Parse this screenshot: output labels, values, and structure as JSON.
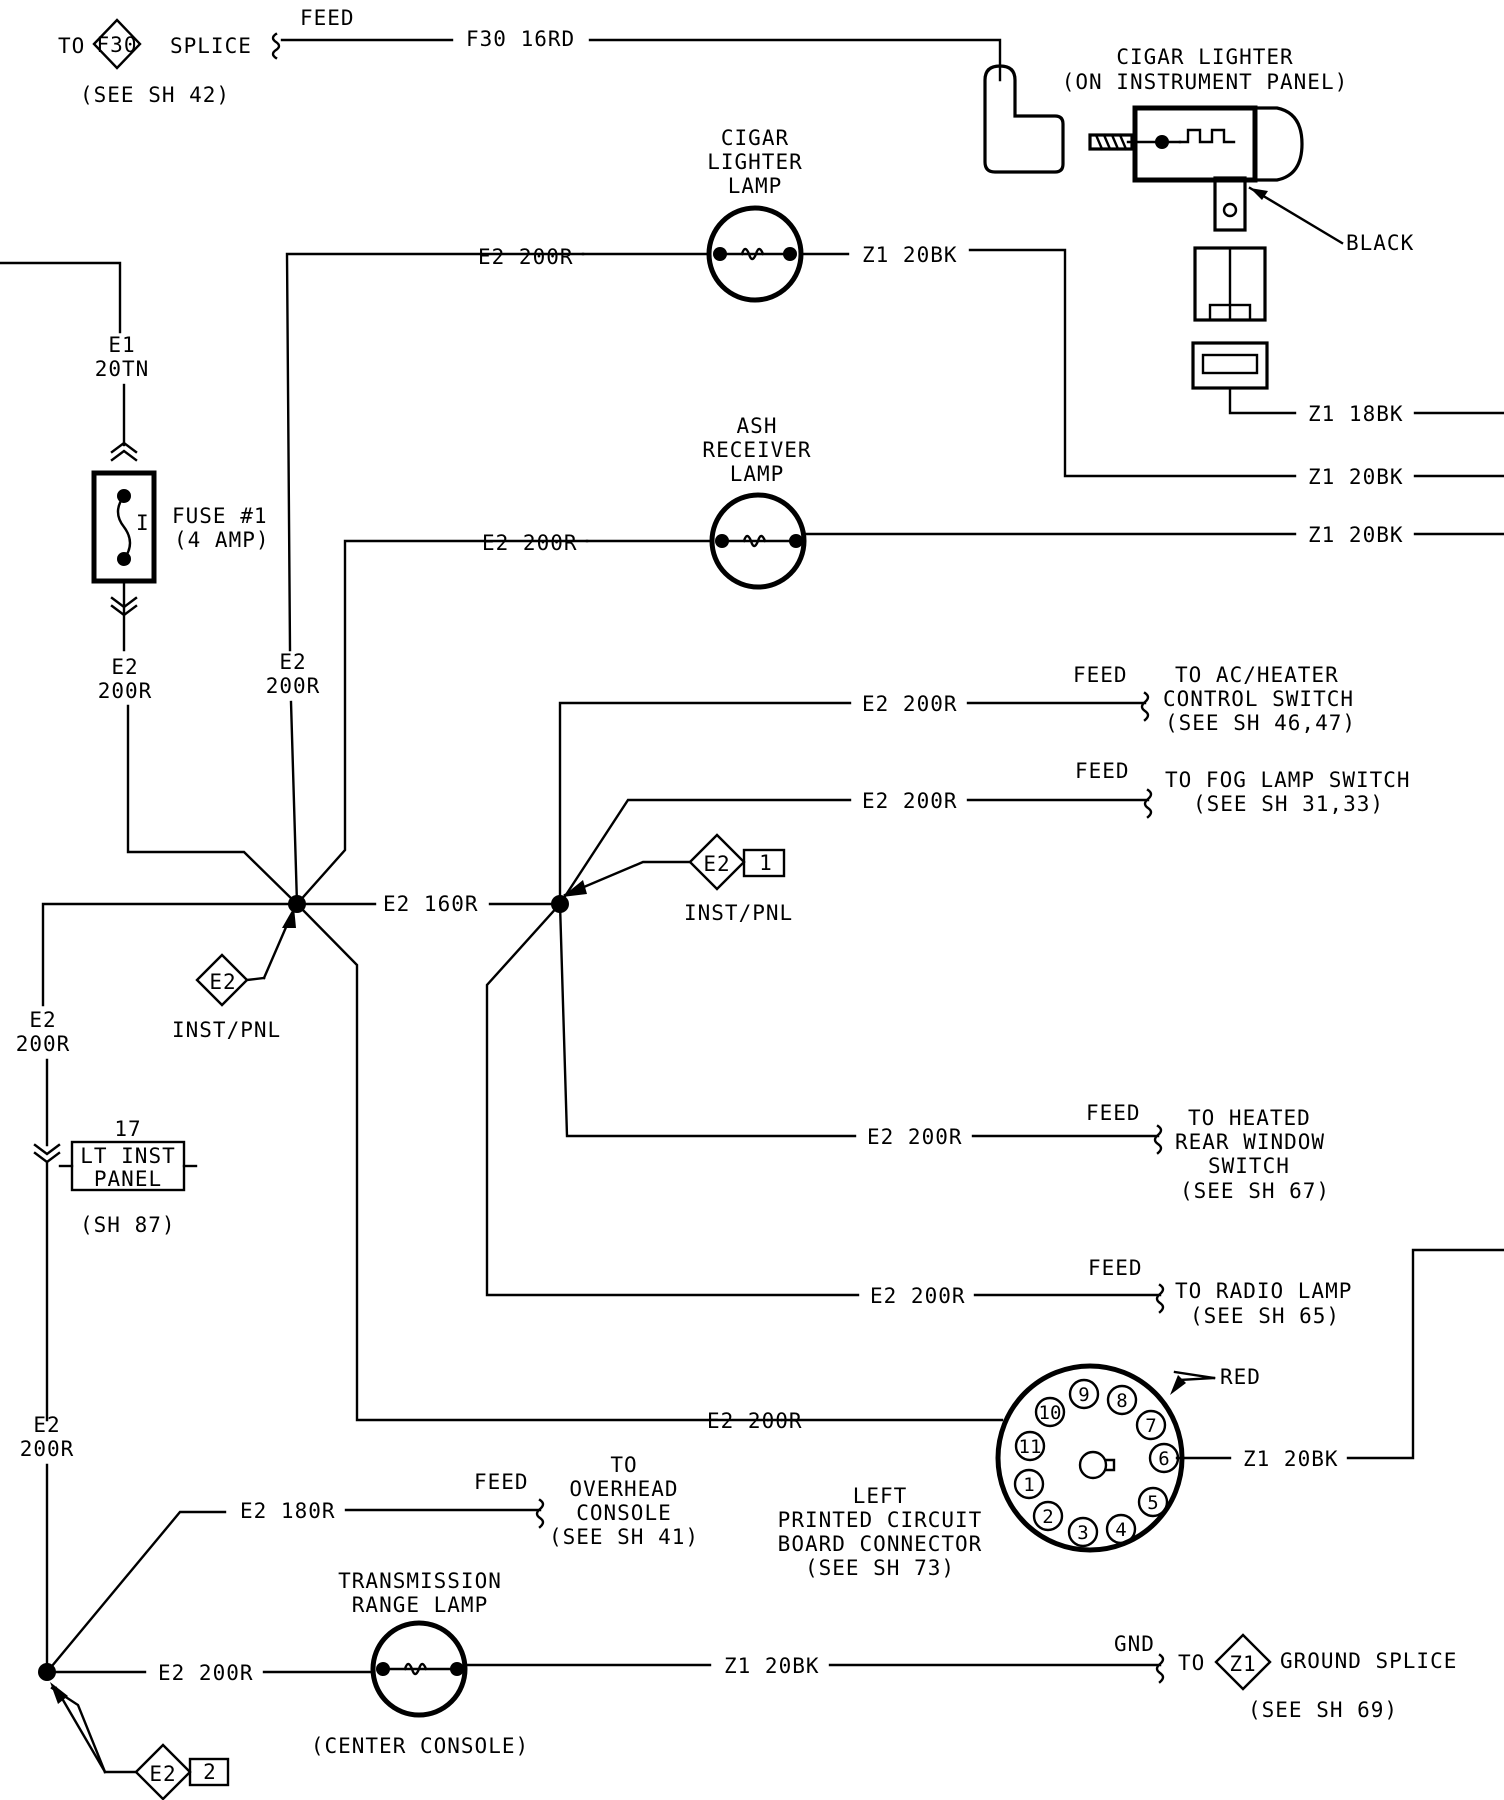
{
  "diagram": {
    "top": {
      "to": "TO",
      "f30_id": "F30",
      "splice": "SPLICE",
      "see_sh42": "(SEE SH 42)",
      "feed": "FEED",
      "wire_f30": "F30 16RD"
    },
    "cigar_lighter": {
      "title_1": "CIGAR LIGHTER",
      "title_2": "(ON INSTRUMENT PANEL)",
      "black": "BLACK",
      "wire_z1_18bk": "Z1 18BK"
    },
    "cigar_lighter_lamp": {
      "title_1": "CIGAR",
      "title_2": "LIGHTER",
      "title_3": "LAMP",
      "wire_in": "E2 200R",
      "wire_out": "Z1 20BK"
    },
    "ash_receiver_lamp": {
      "title_1": "ASH",
      "title_2": "RECEIVER",
      "title_3": "LAMP",
      "wire_in": "E2 200R",
      "wire_out": "Z1 20BK"
    },
    "right_wires": {
      "z1_20bk_a": "Z1 20BK",
      "z1_20bk_b": "Z1 20BK"
    },
    "fuse": {
      "e1": "E1",
      "e1_wire": "20TN",
      "label_1": "FUSE #1",
      "label_2": "(4 AMP)",
      "out_1": "E2",
      "out_2": "200R",
      "symbol": "I"
    },
    "splice_left": {
      "wire_up_1": "E2",
      "wire_up_2": "200R",
      "connector": "E2",
      "connector_label": "INST/PNL",
      "wire_right": "E2 160R"
    },
    "splice_right": {
      "connector": "E2",
      "pin": "1",
      "connector_label": "INST/PNL"
    },
    "feeds": {
      "ac": {
        "wire": "E2 200R",
        "feed": "FEED",
        "to_1": "TO AC/HEATER",
        "to_2": "CONTROL SWITCH",
        "to_3": "(SEE SH 46,47)"
      },
      "fog": {
        "wire": "E2 200R",
        "feed": "FEED",
        "to_1": "TO FOG LAMP SWITCH",
        "to_2": "(SEE SH 31,33)"
      },
      "heated": {
        "wire": "E2 200R",
        "feed": "FEED",
        "to_1": "TO HEATED",
        "to_2": "REAR WINDOW",
        "to_3": "SWITCH",
        "to_4": "(SEE SH 67)"
      },
      "radio": {
        "wire": "E2 200R",
        "feed": "FEED",
        "to_1": "TO RADIO LAMP",
        "to_2": "(SEE SH 65)"
      }
    },
    "left_branch": {
      "wire_1": "E2",
      "wire_2": "200R",
      "pin": "17",
      "connector_1": "LT INST",
      "connector_2": "PANEL",
      "see": "(SH 87)",
      "wire_low_1": "E2",
      "wire_low_2": "200R"
    },
    "pcb": {
      "wire_in": "E2 200R",
      "red": "RED",
      "wire_out": "Z1 20BK",
      "title_1": "LEFT",
      "title_2": "PRINTED CIRCUIT",
      "title_3": "BOARD CONNECTOR",
      "title_4": "(SEE SH 73)",
      "pins": [
        "1",
        "2",
        "3",
        "4",
        "5",
        "6",
        "7",
        "8",
        "9",
        "10",
        "11"
      ]
    },
    "overhead": {
      "wire": "E2 180R",
      "feed": "FEED",
      "to_1": "TO",
      "to_2": "OVERHEAD",
      "to_3": "CONSOLE",
      "to_4": "(SEE SH 41)"
    },
    "trans_lamp": {
      "title_1": "TRANSMISSION",
      "title_2": "RANGE LAMP",
      "sub": "(CENTER CONSOLE)",
      "wire_in": "E2 200R",
      "wire_out": "Z1 20BK"
    },
    "ground": {
      "gnd": "GND",
      "to": "TO",
      "z1_id": "Z1",
      "splice": "GROUND SPLICE",
      "see": "(SEE SH 69)"
    },
    "bottom_connector": {
      "id": "E2",
      "pin": "2"
    }
  }
}
